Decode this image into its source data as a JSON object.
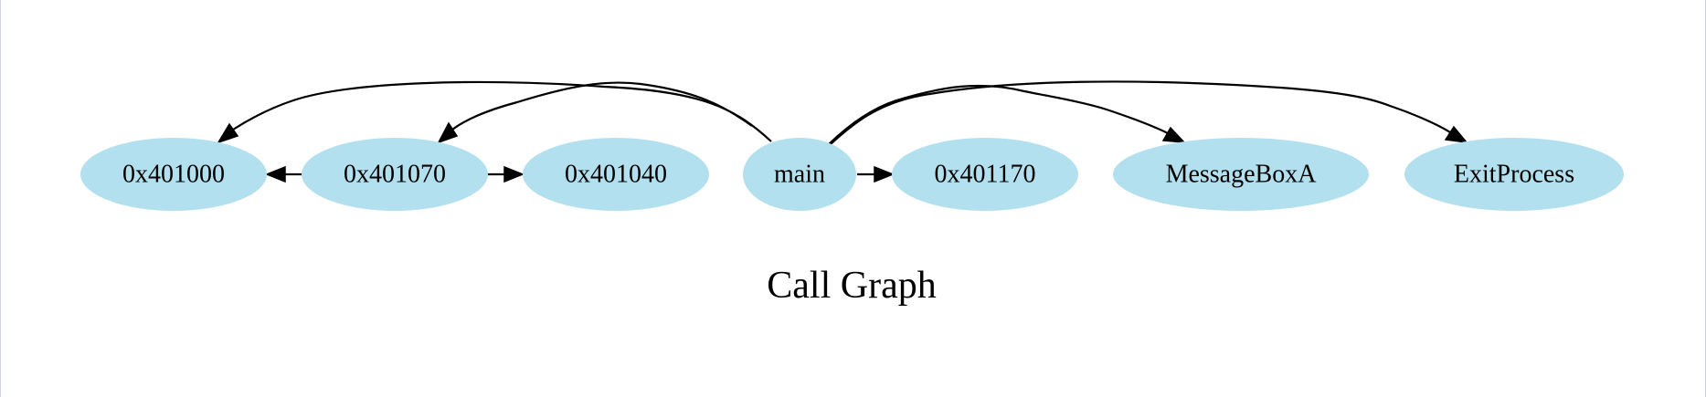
{
  "graph": {
    "title": "Call Graph",
    "node_color": "#b3e0ee",
    "edge_color": "#000000",
    "nodes": [
      {
        "id": "n0x401000",
        "label": "0x401000"
      },
      {
        "id": "n0x401070",
        "label": "0x401070"
      },
      {
        "id": "n0x401040",
        "label": "0x401040"
      },
      {
        "id": "nmain",
        "label": "main"
      },
      {
        "id": "n0x401170",
        "label": "0x401170"
      },
      {
        "id": "nMessageBoxA",
        "label": "MessageBoxA"
      },
      {
        "id": "nExitProcess",
        "label": "ExitProcess"
      }
    ],
    "edges": [
      {
        "from": "0x401070",
        "to": "0x401000"
      },
      {
        "from": "0x401070",
        "to": "0x401040"
      },
      {
        "from": "main",
        "to": "0x401170"
      },
      {
        "from": "main",
        "to": "0x401000"
      },
      {
        "from": "main",
        "to": "0x401070"
      },
      {
        "from": "main",
        "to": "MessageBoxA"
      },
      {
        "from": "main",
        "to": "ExitProcess"
      }
    ]
  }
}
